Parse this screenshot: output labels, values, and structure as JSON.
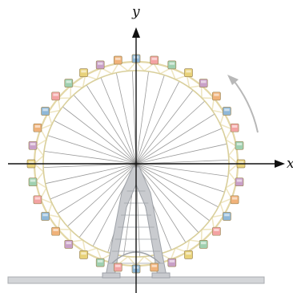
{
  "axes": {
    "x_label": "x",
    "y_label": "y"
  },
  "wheel": {
    "gondola_count": 36,
    "spoke_count": 36,
    "rotation_direction": "counterclockwise"
  },
  "colors": {
    "background": "#ffffff",
    "axis": "#111111",
    "spoke": "#9a9a9a",
    "rim_outer": "#e3d7a6",
    "rim_inner": "#d9cf9b",
    "truss": "#efe6c2",
    "tower": "#c9cbcf",
    "tower_edge": "#9ea2a8",
    "ground": "#d3d5d8",
    "ground_edge": "#a9acb0",
    "arrow": "#b8b8b8",
    "gondola_palette": [
      "#8fb8d8",
      "#f0b27a",
      "#c9a0c8",
      "#e8d27a",
      "#9fd0b0",
      "#f3a3a3"
    ]
  }
}
